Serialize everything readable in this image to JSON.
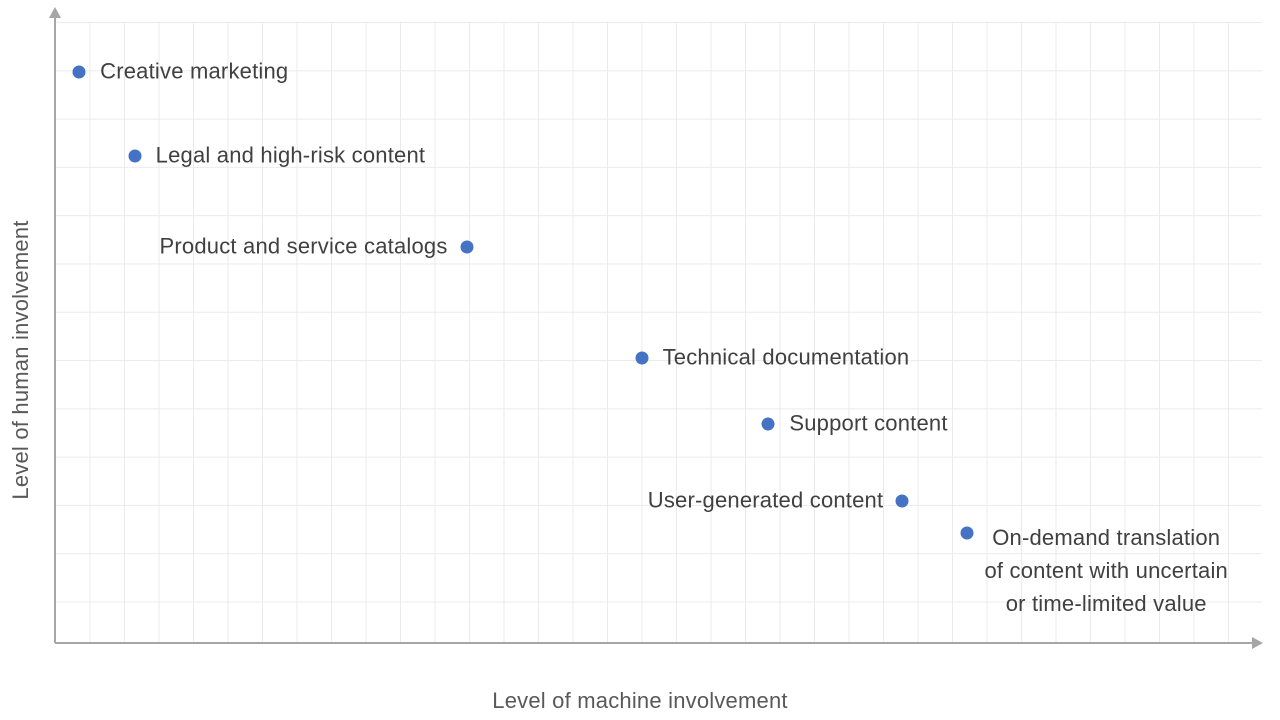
{
  "chart_data": {
    "type": "scatter",
    "title": "",
    "xlabel": "Level of machine involvement",
    "ylabel": "Level of human involvement",
    "xlim": [
      0,
      1
    ],
    "ylim": [
      0,
      1
    ],
    "grid": true,
    "legend_position": "none",
    "tick_labels": "none",
    "axes_style": "gray arrows, no ticks, conceptual scale",
    "point_color": "#4472c4",
    "label_color": "#404040",
    "axis_title_color": "#595959",
    "axis_color": "#a6a6a6",
    "grid_color": "#ebebeb",
    "points": [
      {
        "label": "Creative marketing",
        "x": 0.02,
        "y": 0.92,
        "label_side": "right"
      },
      {
        "label": "Legal and high-risk content",
        "x": 0.066,
        "y": 0.785,
        "label_side": "right"
      },
      {
        "label": "Product and service catalogs",
        "x": 0.341,
        "y": 0.638,
        "label_side": "left"
      },
      {
        "label": "Technical documentation",
        "x": 0.486,
        "y": 0.459,
        "label_side": "right"
      },
      {
        "label": "Support content",
        "x": 0.591,
        "y": 0.353,
        "label_side": "right"
      },
      {
        "label": "User-generated content",
        "x": 0.702,
        "y": 0.229,
        "label_side": "left"
      },
      {
        "label": "On-demand translation\nof content with uncertain\nor time-limited value",
        "x": 0.756,
        "y": 0.177,
        "label_side": "right-block"
      }
    ]
  }
}
